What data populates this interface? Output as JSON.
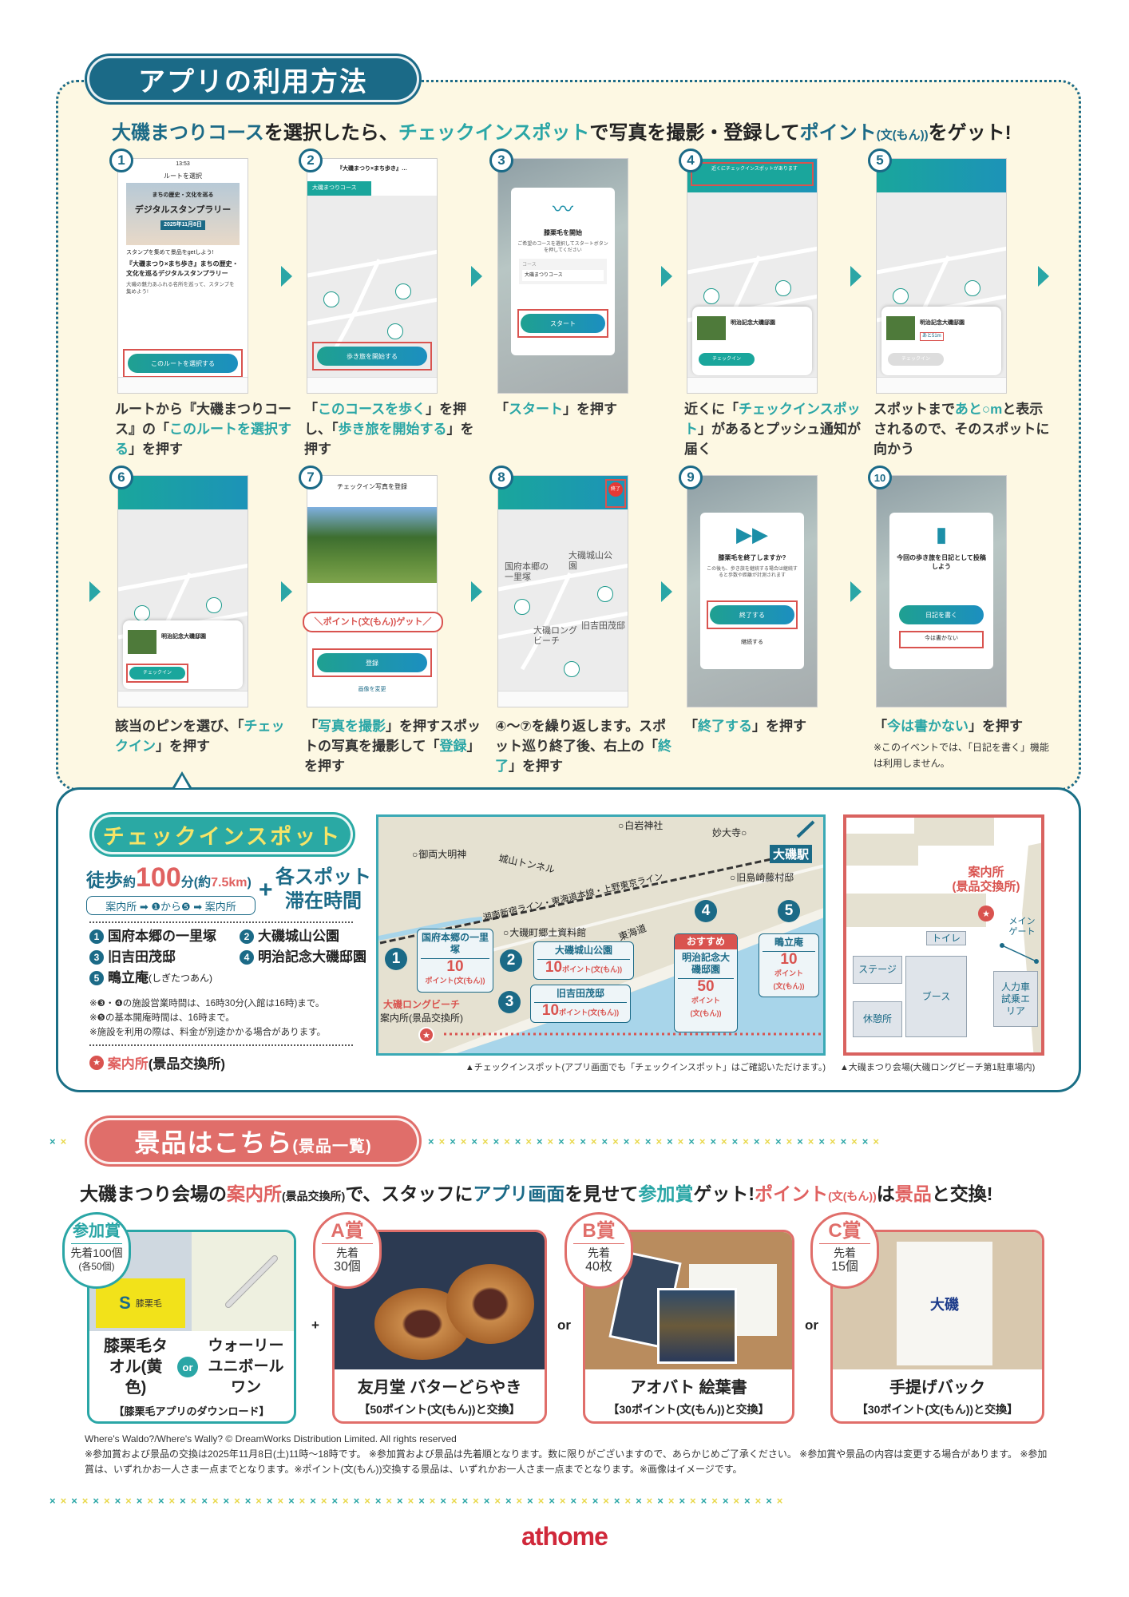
{
  "howto": {
    "title": "アプリの利用方法",
    "headline": [
      {
        "t": "大磯まつりコース",
        "c": "navy"
      },
      {
        "t": "を選択したら、"
      },
      {
        "t": "チェックインスポット",
        "c": "teal"
      },
      {
        "t": "で写真を撮影・登録して"
      },
      {
        "t": "ポイント",
        "c": "navy"
      },
      {
        "t": "(文(もん))",
        "c": "navy",
        "s": 1
      },
      {
        "t": "をゲット!"
      }
    ],
    "steps": [
      {
        "num": "1",
        "screen": {
          "status": "13:53",
          "title": "ルートを選択",
          "banner_title": "デジタルスタンプラリー",
          "banner_sub": "まちの歴史・文化を巡る",
          "banner_date": "2025年11月8日",
          "lead": "スタンプを集めて景品をgetしよう!",
          "heading": "『大磯まつり×まち歩き』まちの歴史・文化を巡るデジタルスタンプラリー",
          "body": "大磯の魅力あふれる名所を巡って、スタンプを集めよう!",
          "button": "このルートを選択する"
        },
        "caption": [
          {
            "t": "ルートから『大磯まつりコース』の「"
          },
          {
            "t": "このルートを選択する",
            "c": "teal"
          },
          {
            "t": "」を押す"
          }
        ]
      },
      {
        "num": "2",
        "screen": {
          "title": "『大磯まつり×まち歩き』…",
          "tab": "大磯まつりコース",
          "button": "歩き旅を開始する"
        },
        "caption": [
          {
            "t": "「"
          },
          {
            "t": "このコースを歩く",
            "c": "teal"
          },
          {
            "t": "」を押し、「"
          },
          {
            "t": "歩き旅を開始する",
            "c": "teal"
          },
          {
            "t": "」を押す"
          }
        ]
      },
      {
        "num": "3",
        "screen": {
          "title": "膝栗毛を開始",
          "body": "ご希望のコースを選択してスタートボタンを押してください",
          "field_label": "コース",
          "select": "大磯まつりコース",
          "button": "スタート"
        },
        "caption": [
          {
            "t": "「"
          },
          {
            "t": "スタート",
            "c": "teal"
          },
          {
            "t": "」を押す"
          }
        ]
      },
      {
        "num": "4",
        "screen": {
          "notice": "近くにチェックインスポットがあります",
          "card_title": "明治記念大磯邸園",
          "button": "チェックイン"
        },
        "caption": [
          {
            "t": "近くに「"
          },
          {
            "t": "チェックインスポット",
            "c": "teal"
          },
          {
            "t": "」があるとプッシュ通知が届く"
          }
        ]
      },
      {
        "num": "5",
        "screen": {
          "card_title": "明治記念大磯邸園",
          "distance": "あと51m",
          "button": "チェックイン"
        },
        "caption": [
          {
            "t": "スポットまで"
          },
          {
            "t": "あと○m",
            "c": "teal"
          },
          {
            "t": "と表示されるので、そのスポットに向かう"
          }
        ]
      },
      {
        "num": "6",
        "screen": {
          "card_title": "明治記念大磯邸園",
          "button": "チェックイン"
        },
        "caption": [
          {
            "t": "該当のピンを選び、「"
          },
          {
            "t": "チェックイン",
            "c": "teal"
          },
          {
            "t": "」を押す"
          }
        ]
      },
      {
        "num": "7",
        "screen": {
          "title": "チェックイン写真を登録",
          "bubble": "＼ポイント(文(もん))ゲット／",
          "button": "登録",
          "secondary": "画像を変更"
        },
        "caption": [
          {
            "t": "「"
          },
          {
            "t": "写真を撮影",
            "c": "teal"
          },
          {
            "t": "」を押すスポットの写真を撮影して「"
          },
          {
            "t": "登録",
            "c": "teal"
          },
          {
            "t": "」を押す"
          }
        ]
      },
      {
        "num": "8",
        "screen": {
          "labels": [
            "国府本郷の一里塚",
            "大磯城山公園",
            "大磯ロングビーチ",
            "旧吉田茂邸"
          ],
          "end": "終了"
        },
        "caption": [
          {
            "t": "④〜⑦を繰り返します。スポット巡り終了後、右上の「"
          },
          {
            "t": "終了",
            "c": "teal"
          },
          {
            "t": "」を押す"
          }
        ]
      },
      {
        "num": "9",
        "screen": {
          "title": "膝栗毛を終了しますか?",
          "body": "この後も、歩き旅を継続する場合は継続すると歩数や距離が計測されます",
          "button": "終了する",
          "secondary": "継続する"
        },
        "caption": [
          {
            "t": "「"
          },
          {
            "t": "終了する",
            "c": "teal"
          },
          {
            "t": "」を押す"
          }
        ]
      },
      {
        "num": "10",
        "screen": {
          "title": "今回の歩き旅を日記として投稿しよう",
          "button": "日記を書く",
          "secondary": "今は書かない"
        },
        "caption": [
          {
            "t": "「"
          },
          {
            "t": "今は書かない",
            "c": "teal"
          },
          {
            "t": "」を押す"
          }
        ],
        "note": "※このイベントでは、「日記を書く」機能は利用しません。"
      }
    ]
  },
  "checkin": {
    "title": "チェックインスポット",
    "walk": {
      "prefix": "徒歩",
      "approx": "約",
      "minutes": "100",
      "unit": "分",
      "dist_open": "(約",
      "dist": "7.5km",
      "dist_close": ")"
    },
    "route": "案内所 ➡ ❶から❺ ➡ 案内所",
    "plus": "+",
    "stay": "各スポット滞在時間",
    "spots": [
      {
        "n": "1",
        "name": "国府本郷の一里塚"
      },
      {
        "n": "2",
        "name": "大磯城山公園"
      },
      {
        "n": "3",
        "name": "旧吉田茂邸"
      },
      {
        "n": "4",
        "name": "明治記念大磯邸園"
      },
      {
        "n": "5",
        "name": "鴫立庵",
        "ruby": "(しぎたつあん)"
      }
    ],
    "notes": [
      "※❸・❹の施設営業時間は、16時30分(入館は16時)まで。",
      "※❺の基本開庵時間は、16時まで。",
      "※施設を利用の際は、料金が別途かかる場合があります。"
    ],
    "info": "案内所",
    "info_sub": "(景品交換所)"
  },
  "map": {
    "places": [
      "白岩神社",
      "妙大寺",
      "御両大明神",
      "城山トンネル",
      "旧島崎藤村邸",
      "大磯町郷土資料館"
    ],
    "station": "大磯駅",
    "railway": "湘南新宿ライン・東海道本線・上野東京ライン",
    "road": "東海道",
    "beach": "大磯ロングビーチ",
    "info": "案内所(景品交換所)",
    "recommend": "おすすめ",
    "unit": "ポイント",
    "unit_sub": "(文(もん))",
    "spots": [
      {
        "n": "1",
        "name": "国府本郷の一里塚",
        "points": "10"
      },
      {
        "n": "2",
        "name": "大磯城山公園",
        "points": "10"
      },
      {
        "n": "3",
        "name": "旧吉田茂邸",
        "points": "10"
      },
      {
        "n": "4",
        "name": "明治記念大磯邸園",
        "points": "50"
      },
      {
        "n": "5",
        "name": "鴫立庵",
        "points": "10"
      }
    ],
    "caption": "▲チェックインスポット(アプリ画面でも「チェックインスポット」はご確認いただけます。)"
  },
  "venue": {
    "info": "案内所",
    "info_sub": "(景品交換所)",
    "gate": "メインゲート",
    "zones": [
      "トイレ",
      "ステージ",
      "ブース",
      "休憩所",
      "人力車試乗エリア"
    ],
    "caption": "▲大磯まつり会場(大磯ロングビーチ第1駐車場内)"
  },
  "prizes": {
    "title": "景品はこちら",
    "title_sub": "(景品一覧)",
    "headline": [
      {
        "t": "大磯まつり会場の"
      },
      {
        "t": "案内所",
        "c": "red"
      },
      {
        "t": "(景品交換所)",
        "s": 1
      },
      {
        "t": "で、スタッフに"
      },
      {
        "t": "アプリ画面",
        "c": "navy"
      },
      {
        "t": "を見せて"
      },
      {
        "t": "参加賞",
        "c": "teal"
      },
      {
        "t": "ゲット!"
      },
      {
        "t": "ポイント",
        "c": "red"
      },
      {
        "t": "(文(もん))",
        "c": "red",
        "s": 1
      },
      {
        "t": "は"
      },
      {
        "t": "景品",
        "c": "red"
      },
      {
        "t": "と交換!"
      }
    ],
    "participation": {
      "label": "参加賞",
      "limit": "先着100個",
      "limit_sub": "(各50個)",
      "item1": "膝栗毛タオル(黄色)",
      "or": "or",
      "item2": "ウォーリーユニボールワン",
      "condition": "【膝栗毛アプリのダウンロード】",
      "towel_text": "膝栗毛"
    },
    "connectors": [
      "+",
      "or",
      "or"
    ],
    "items": [
      {
        "label": "A賞",
        "limit": "先着",
        "qty": "30個",
        "name": "友月堂 バターどらやき",
        "exchange": "【50ポイント(文(もん))と交換】"
      },
      {
        "label": "B賞",
        "limit": "先着",
        "qty": "40枚",
        "name": "アオバト 絵葉書",
        "exchange": "【30ポイント(文(もん))と交換】"
      },
      {
        "label": "C賞",
        "limit": "先着",
        "qty": "15個",
        "name": "手提げバック",
        "exchange": "【30ポイント(文(もん))と交換】",
        "bag_text": "大磯"
      }
    ]
  },
  "footer": {
    "copyright": "Where's Waldo?/Where's Wally? © DreamWorks Distribution Limited. All rights reserved",
    "notes": "※参加賞および景品の交換は2025年11月8日(土)11時〜18時です。 ※参加賞および景品は先着順となります。数に限りがございますので、あらかじめご了承ください。 ※参加賞や景品の内容は変更する場合があります。 ※参加賞は、いずれかお一人さま一点までとなります。※ポイント(文(もん))交換する景品は、いずれかお一人さま一点までとなります。※画像はイメージです。",
    "logo": "athome"
  },
  "colors": {
    "navy": "#1b6a87",
    "teal": "#2aa6a6",
    "red": "#e06160",
    "cream": "#fdf8e3",
    "yellow": "#f6e467"
  }
}
